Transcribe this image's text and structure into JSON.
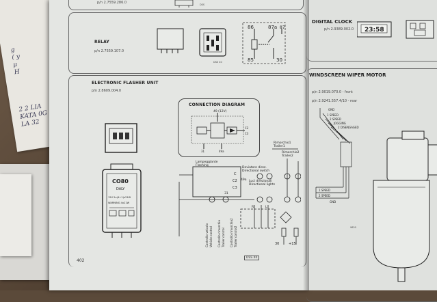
{
  "notes": {
    "top_lines": "g\n( y\nμ\nH",
    "lower_lines": "2 2 LIA\nKATA 0G\nLA 32"
  },
  "left_page": {
    "top_pn": "p/n 2.7559.286.0",
    "relay": {
      "title": "RELAY",
      "pn": "p/n 2.7559.107.0",
      "pins": [
        "86",
        "87a",
        "87",
        "85",
        "30"
      ]
    },
    "flasher": {
      "title": "ELECTRONIC FLASHER UNIT",
      "pn": "p/n 2.8609.004.0",
      "unit_label": [
        "CO80",
        "DALY",
        "12V 2x(4+1)x21W",
        "WARNING 4x21W"
      ],
      "connection_diagram": {
        "title": "CONNECTION DIAGRAM",
        "supply": "49 (12V)",
        "ground": "31",
        "pins": [
          "C2",
          "C3"
        ],
        "bottom_pins": [
          "31",
          "49a"
        ]
      },
      "labels": {
        "lampeggiante": "Lampeggiante",
        "flashing": "Flashing",
        "deviatore": "Deviatore direz.",
        "directional_switch": "Directional switch",
        "luci_direzionali": "Luci direzionali",
        "directional_lights": "Directional lights",
        "rimorchio1": "Rimorchio1",
        "trailer1": "Trailer1",
        "rimorchio2": "Rimorchio2",
        "trailer2": "Trailer2",
        "terminals": [
          "C",
          "49a",
          "C2",
          "C3",
          "31",
          "R",
          "L",
          "30",
          "+15"
        ],
        "vertical_labels": [
          "Controllo veicolo",
          "Vehicle control",
          "Controllo rimorchio",
          "Trailer control",
          "Controllo rimorchio2",
          "Trailer control2"
        ]
      }
    },
    "page_number": "402",
    "stamp": "DSS 40"
  },
  "right_page": {
    "clock": {
      "title": "DIGITAL CLOCK",
      "pn": "p/n 2.9389.002.0",
      "display": "23:58"
    },
    "wiper": {
      "title": "WINDSCREEN WIPER MOTOR",
      "pn_front": "p/n 2.9019.070.0 - front",
      "pn_rear": "p/n 2.9241.557.4/10 - rear",
      "labels_top": [
        "GND",
        "1 SPEED",
        "2 SPEED",
        "JOGGING",
        "2 DISENGAGED"
      ],
      "labels_bottom": [
        "1 SPEED",
        "2 SPEED",
        "GND"
      ]
    }
  }
}
